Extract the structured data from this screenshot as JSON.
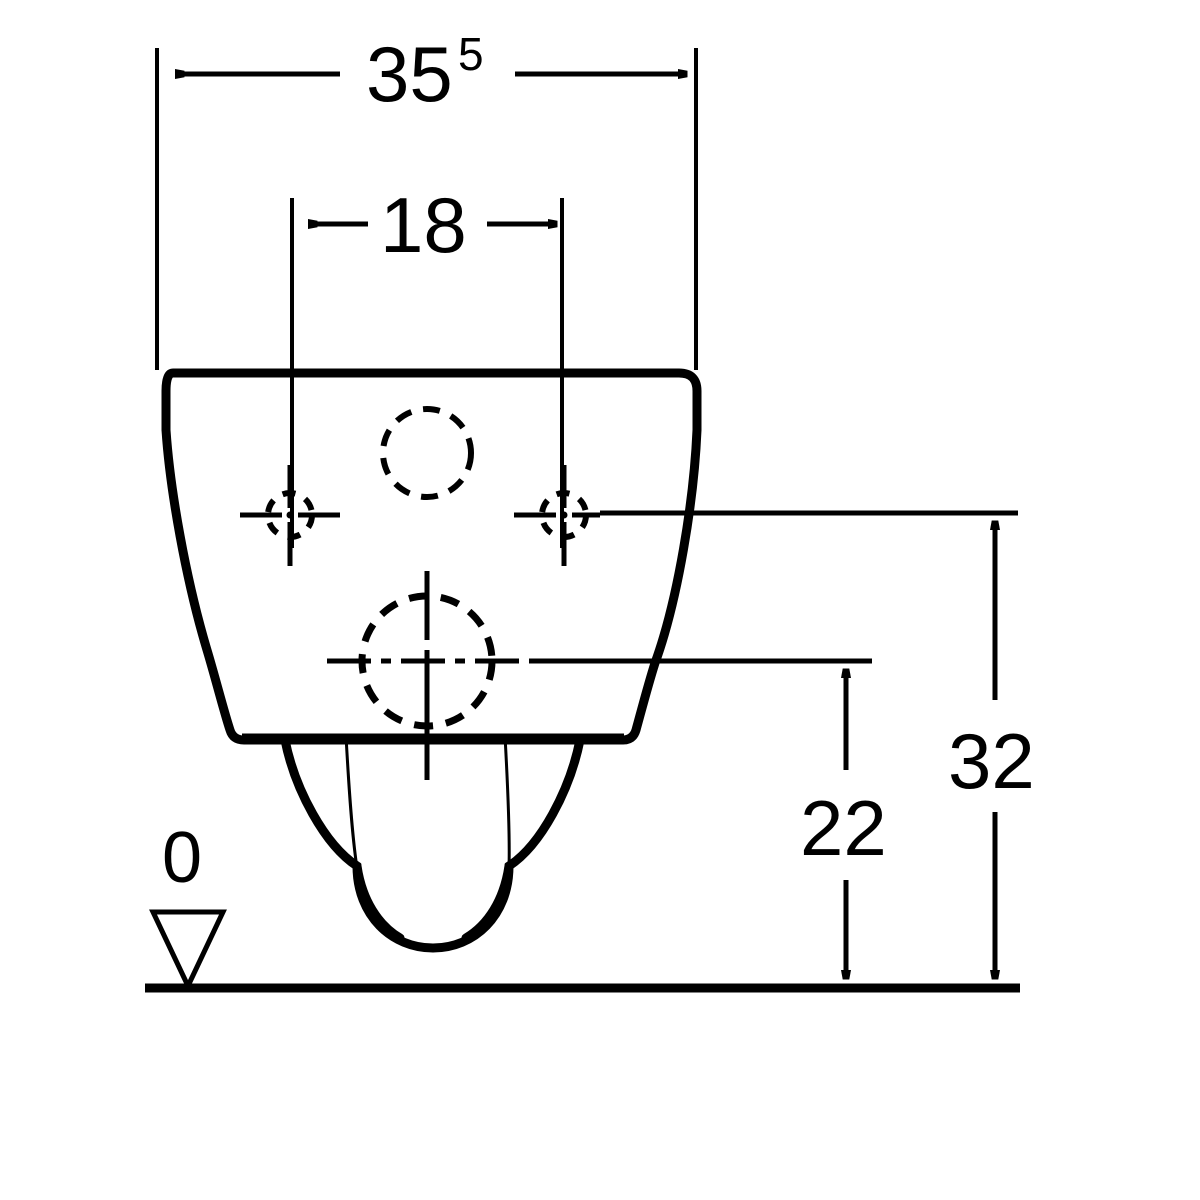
{
  "drawing": {
    "title": "Wall-hung WC pan dimensional drawing",
    "units": "cm",
    "line_color": "#000000",
    "background_color": "#ffffff",
    "dimensions": {
      "width_total": {
        "value": "35",
        "superscript": "5",
        "label_full": "35.5",
        "orientation": "horizontal",
        "position": "top"
      },
      "bolt_spacing": {
        "value": "18",
        "orientation": "horizontal",
        "position": "upper-inner"
      },
      "outlet_height": {
        "value": "22",
        "orientation": "vertical",
        "position": "right-inner"
      },
      "fixing_height": {
        "value": "32",
        "orientation": "vertical",
        "position": "right-outer"
      },
      "datum": {
        "value": "0",
        "marker": "inverted-triangle",
        "position": "floor-left"
      }
    },
    "features": [
      {
        "name": "flush-inlet-hole",
        "style": "dashed-circle"
      },
      {
        "name": "left-bolt-hole",
        "style": "dashed-circle-with-crosshair"
      },
      {
        "name": "right-bolt-hole",
        "style": "dashed-circle-with-crosshair"
      },
      {
        "name": "waste-outlet",
        "style": "dashed-circle-with-centerline"
      },
      {
        "name": "floor-reference-line",
        "style": "thick-solid"
      }
    ]
  }
}
